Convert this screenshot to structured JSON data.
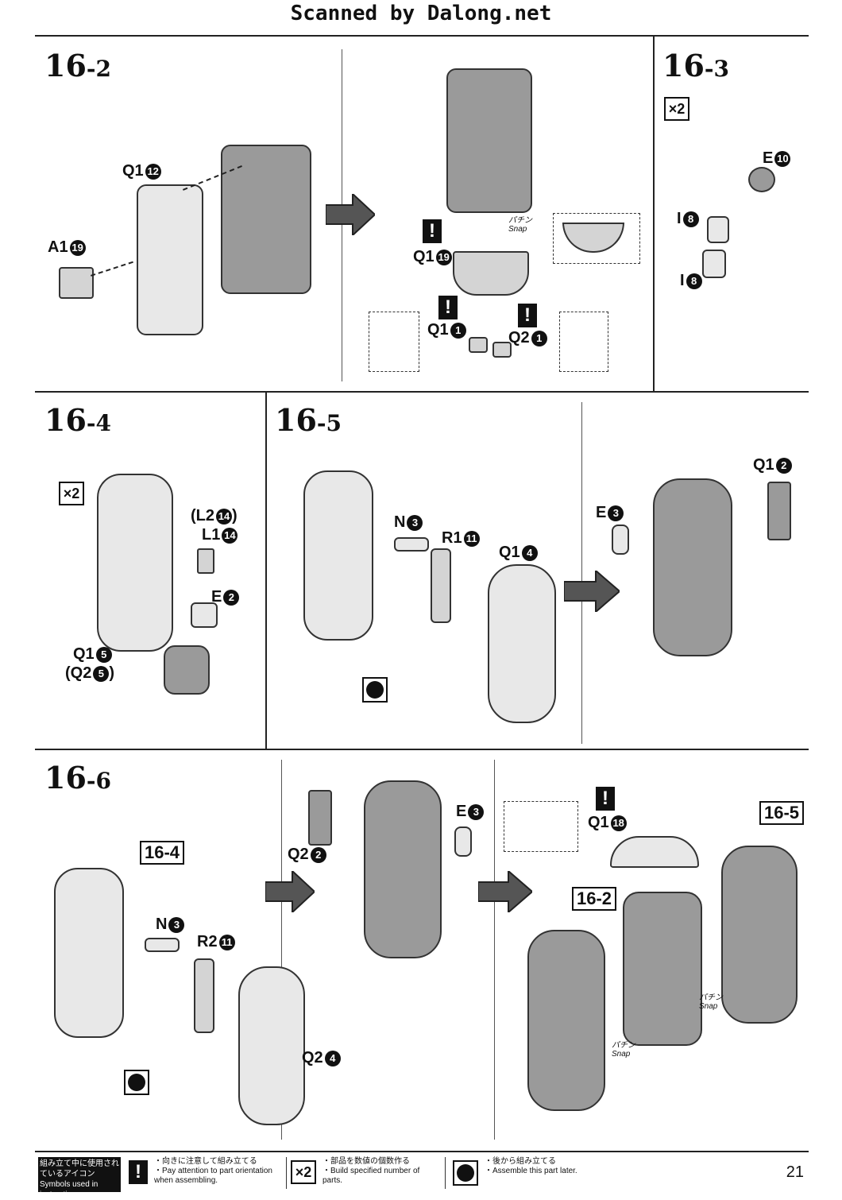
{
  "header": {
    "title": "Scanned by Dalong.net"
  },
  "steps": {
    "s162": {
      "num": "16",
      "sub": "-2"
    },
    "s163": {
      "num": "16",
      "sub": "-3"
    },
    "s164": {
      "num": "16",
      "sub": "-4"
    },
    "s165": {
      "num": "16",
      "sub": "-5"
    },
    "s166": {
      "num": "16",
      "sub": "-6"
    }
  },
  "labels": {
    "q1_12": {
      "code": "Q1",
      "n": "12"
    },
    "a1_19": {
      "code": "A1",
      "n": "19"
    },
    "q1_19": {
      "code": "Q1",
      "n": "19"
    },
    "q1_1": {
      "code": "Q1",
      "n": "1"
    },
    "q2_1": {
      "code": "Q2",
      "n": "1"
    },
    "e10": {
      "code": "E",
      "n": "10"
    },
    "i8a": {
      "code": "I",
      "n": "8"
    },
    "i8b": {
      "code": "I",
      "n": "8"
    },
    "l2_14": {
      "code": "(L2",
      "n": "14",
      "close": ")"
    },
    "l1_14": {
      "code": "L1",
      "n": "14"
    },
    "e2": {
      "code": "E",
      "n": "2"
    },
    "q1_5": {
      "code": "Q1",
      "n": "5"
    },
    "q2_5": {
      "code": "(Q2",
      "n": "5",
      "close": ")"
    },
    "n3a": {
      "code": "N",
      "n": "3"
    },
    "r1_11": {
      "code": "R1",
      "n": "11"
    },
    "q1_4": {
      "code": "Q1",
      "n": "4"
    },
    "q1_2": {
      "code": "Q1",
      "n": "2"
    },
    "e3a": {
      "code": "E",
      "n": "3"
    },
    "n3b": {
      "code": "N",
      "n": "3"
    },
    "r2_11": {
      "code": "R2",
      "n": "11"
    },
    "q2_4": {
      "code": "Q2",
      "n": "4"
    },
    "q2_2": {
      "code": "Q2",
      "n": "2"
    },
    "e3b": {
      "code": "E",
      "n": "3"
    },
    "q1_18": {
      "code": "Q1",
      "n": "18"
    }
  },
  "refs": {
    "r164": "16-4",
    "r165": "16-5",
    "r162": "16-2"
  },
  "snap": {
    "jp": "パチン",
    "en": "Snap"
  },
  "multiplier": "×2",
  "warning": "!",
  "legend": {
    "title_jp": "組み立て中に使用されているアイコン",
    "title_en": "Symbols used in instructions",
    "item1_jp": "・向きに注意して組み立てる",
    "item1_en": "・Pay attention to part orientation when assembling.",
    "item2_jp": "・部品を数値の個数作る",
    "item2_en": "・Build specified number of parts.",
    "item3_jp": "・後から組み立てる",
    "item3_en": "・Assemble this part later."
  },
  "page_number": "21"
}
